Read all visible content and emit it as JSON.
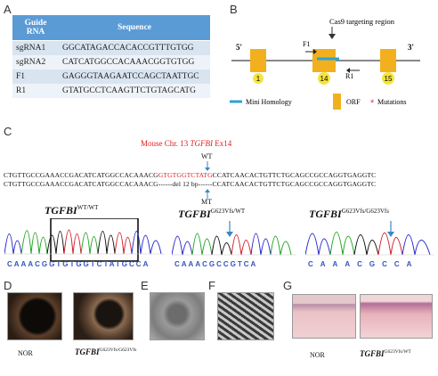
{
  "panels": {
    "a": "A",
    "b": "B",
    "c": "C",
    "d": "D",
    "e": "E",
    "f": "F",
    "g": "G"
  },
  "table": {
    "headers": [
      "Guide RNA",
      "Sequence"
    ],
    "rows": [
      {
        "name": "sgRNA1",
        "seq": "GGCATAGACCACACCGTTTGTGG"
      },
      {
        "name": "sgRNA2",
        "seq": "CATCATGGCCACAAACGGTGTGG"
      },
      {
        "name": "F1",
        "seq": "GAGGGTAAGAATCCAGCTAATTGC"
      },
      {
        "name": "R1",
        "seq": "GTATGCCTCAAGTTCTGTAGCATG"
      }
    ]
  },
  "gene_diagram": {
    "target_label": "Cas9 targeting region",
    "five_prime": "5'",
    "three_prime": "3'",
    "primer_f": "F1",
    "primer_r": "R1",
    "exons": [
      "1",
      "14",
      "15"
    ],
    "dots": "···",
    "legend_homology": "Mini Homology",
    "legend_orf": "ORF",
    "legend_mut": "Mutations",
    "colors": {
      "exon": "#f2b01e",
      "homology": "#29a3d6",
      "mutation": "#e0316a",
      "exon_label_bg": "#f5e53b"
    }
  },
  "panel_c": {
    "title_prefix": "Mouse  Chr. 13 ",
    "title_gene": "TGFBI",
    "title_suffix": " Ex14",
    "wt_label": "WT",
    "mt_label": "MT",
    "seq_wt_pre": "CTGTTGCCGAAACCGACATCATGGCCACAAACG",
    "seq_wt_red": "GTGTGGTCTATG",
    "seq_wt_post": "CCATCAACACTGTTCTGCAGCCGCCAGGTGAGGTC",
    "seq_mt_pre": "CTGTTGCCGAAACCGACATCATGGCCACAAACG",
    "seq_mt_del": "------del 12 bp------",
    "seq_mt_post": "CCATCAACACTGTTCTGCAGCCGCCAGGTGAGGTC",
    "geno1_gene": "TGFBI",
    "geno1_sup": "WT/WT",
    "geno2_gene": "TGFBI",
    "geno2_sup": "G623Vfs/WT",
    "geno3_gene": "TGFBI",
    "geno3_sup": "G623Vfs/G623Vfs",
    "trace1_letters": "CAAACGGTGTGGTCTATGCCA",
    "trace2_letters": "CAAACGCCGTCA",
    "trace3_letters": "CAAACGCCA"
  },
  "panel_d": {
    "label_nor": "NOR",
    "label_mut_gene": "TGFBI",
    "label_mut_sup": "G623Vfs/G623Vfs"
  },
  "panel_g": {
    "label_nor": "NOR",
    "label_mut_gene": "TGFBI",
    "label_mut_sup": "G623Vfs/WT"
  }
}
